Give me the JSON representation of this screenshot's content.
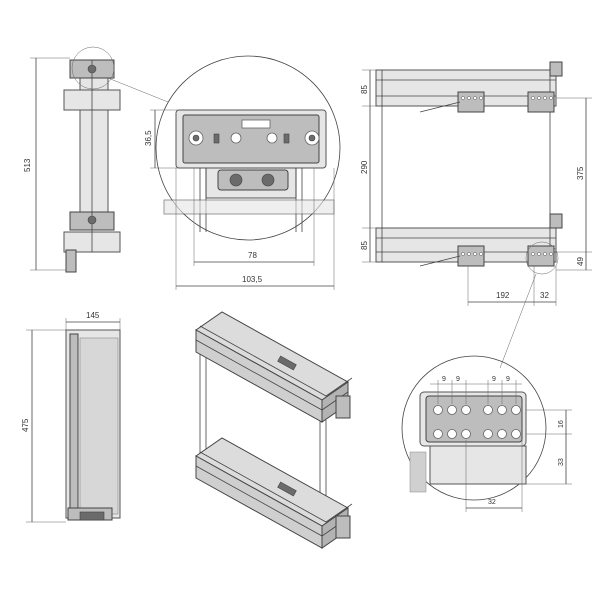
{
  "dimensions": {
    "height_total": "513",
    "clip_height": "36,5",
    "clip_inner_width": "78",
    "clip_outer_width": "103,5",
    "top_offset": "85",
    "middle_gap": "290",
    "bottom_offset": "85",
    "side_height": "375",
    "bottom_right": "49",
    "rail_spacing": "192",
    "rail_end": "32",
    "front_width": "145",
    "front_height": "475",
    "detail_height_small": "16",
    "detail_height": "33",
    "detail_width": "32",
    "hole_label": "9"
  },
  "colors": {
    "line": "#444444",
    "panel": "#e6e6e6",
    "metal": "#bdbdbd",
    "dark": "#6b6b6b"
  }
}
